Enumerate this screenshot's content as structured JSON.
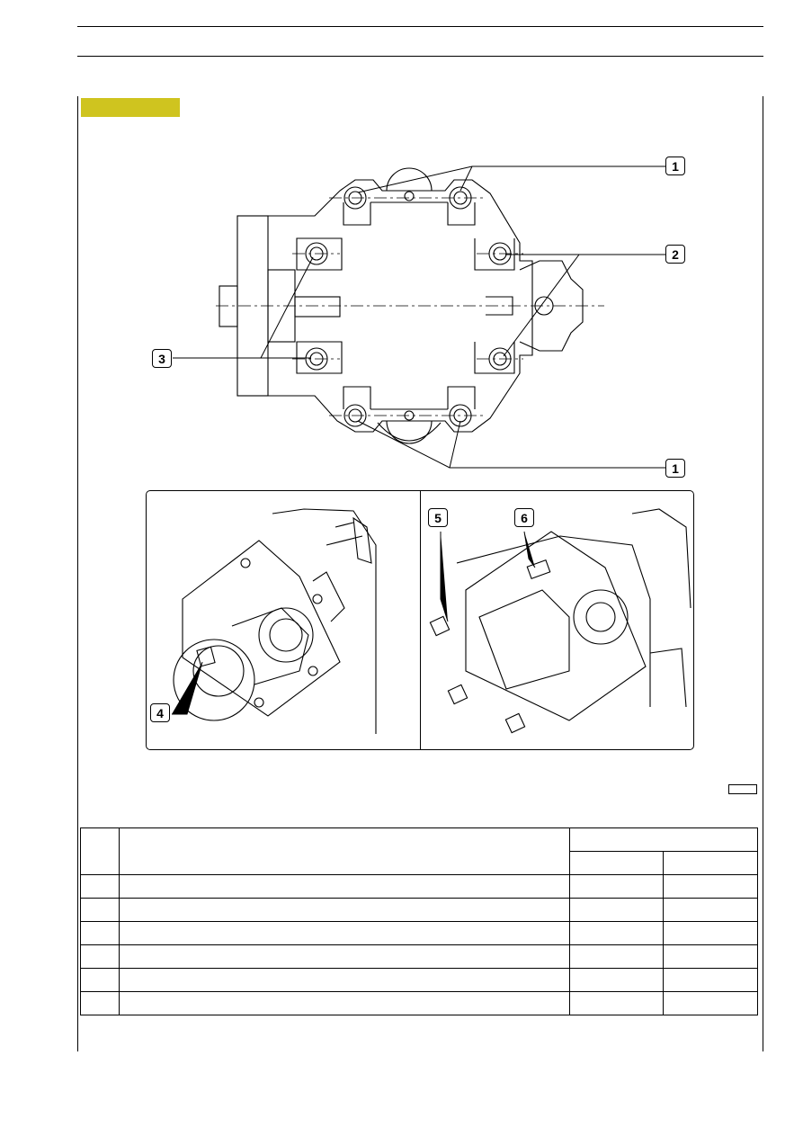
{
  "colors": {
    "header_band": "#cfc41f",
    "line": "#000000"
  },
  "figure": {
    "callouts_top": [
      "1",
      "2",
      "3",
      "1"
    ],
    "callouts_bottom": [
      "4",
      "5",
      "6"
    ]
  },
  "table": {
    "rows": [
      {
        "no": "",
        "desc": "",
        "v1": "",
        "v2": ""
      },
      {
        "no": "",
        "desc": "",
        "v1": "",
        "v2": ""
      },
      {
        "no": "",
        "desc": "",
        "v1": "",
        "v2": ""
      },
      {
        "no": "",
        "desc": "",
        "v1": "",
        "v2": ""
      },
      {
        "no": "",
        "desc": "",
        "v1": "",
        "v2": ""
      },
      {
        "no": "",
        "desc": "",
        "v1": "",
        "v2": ""
      }
    ]
  }
}
